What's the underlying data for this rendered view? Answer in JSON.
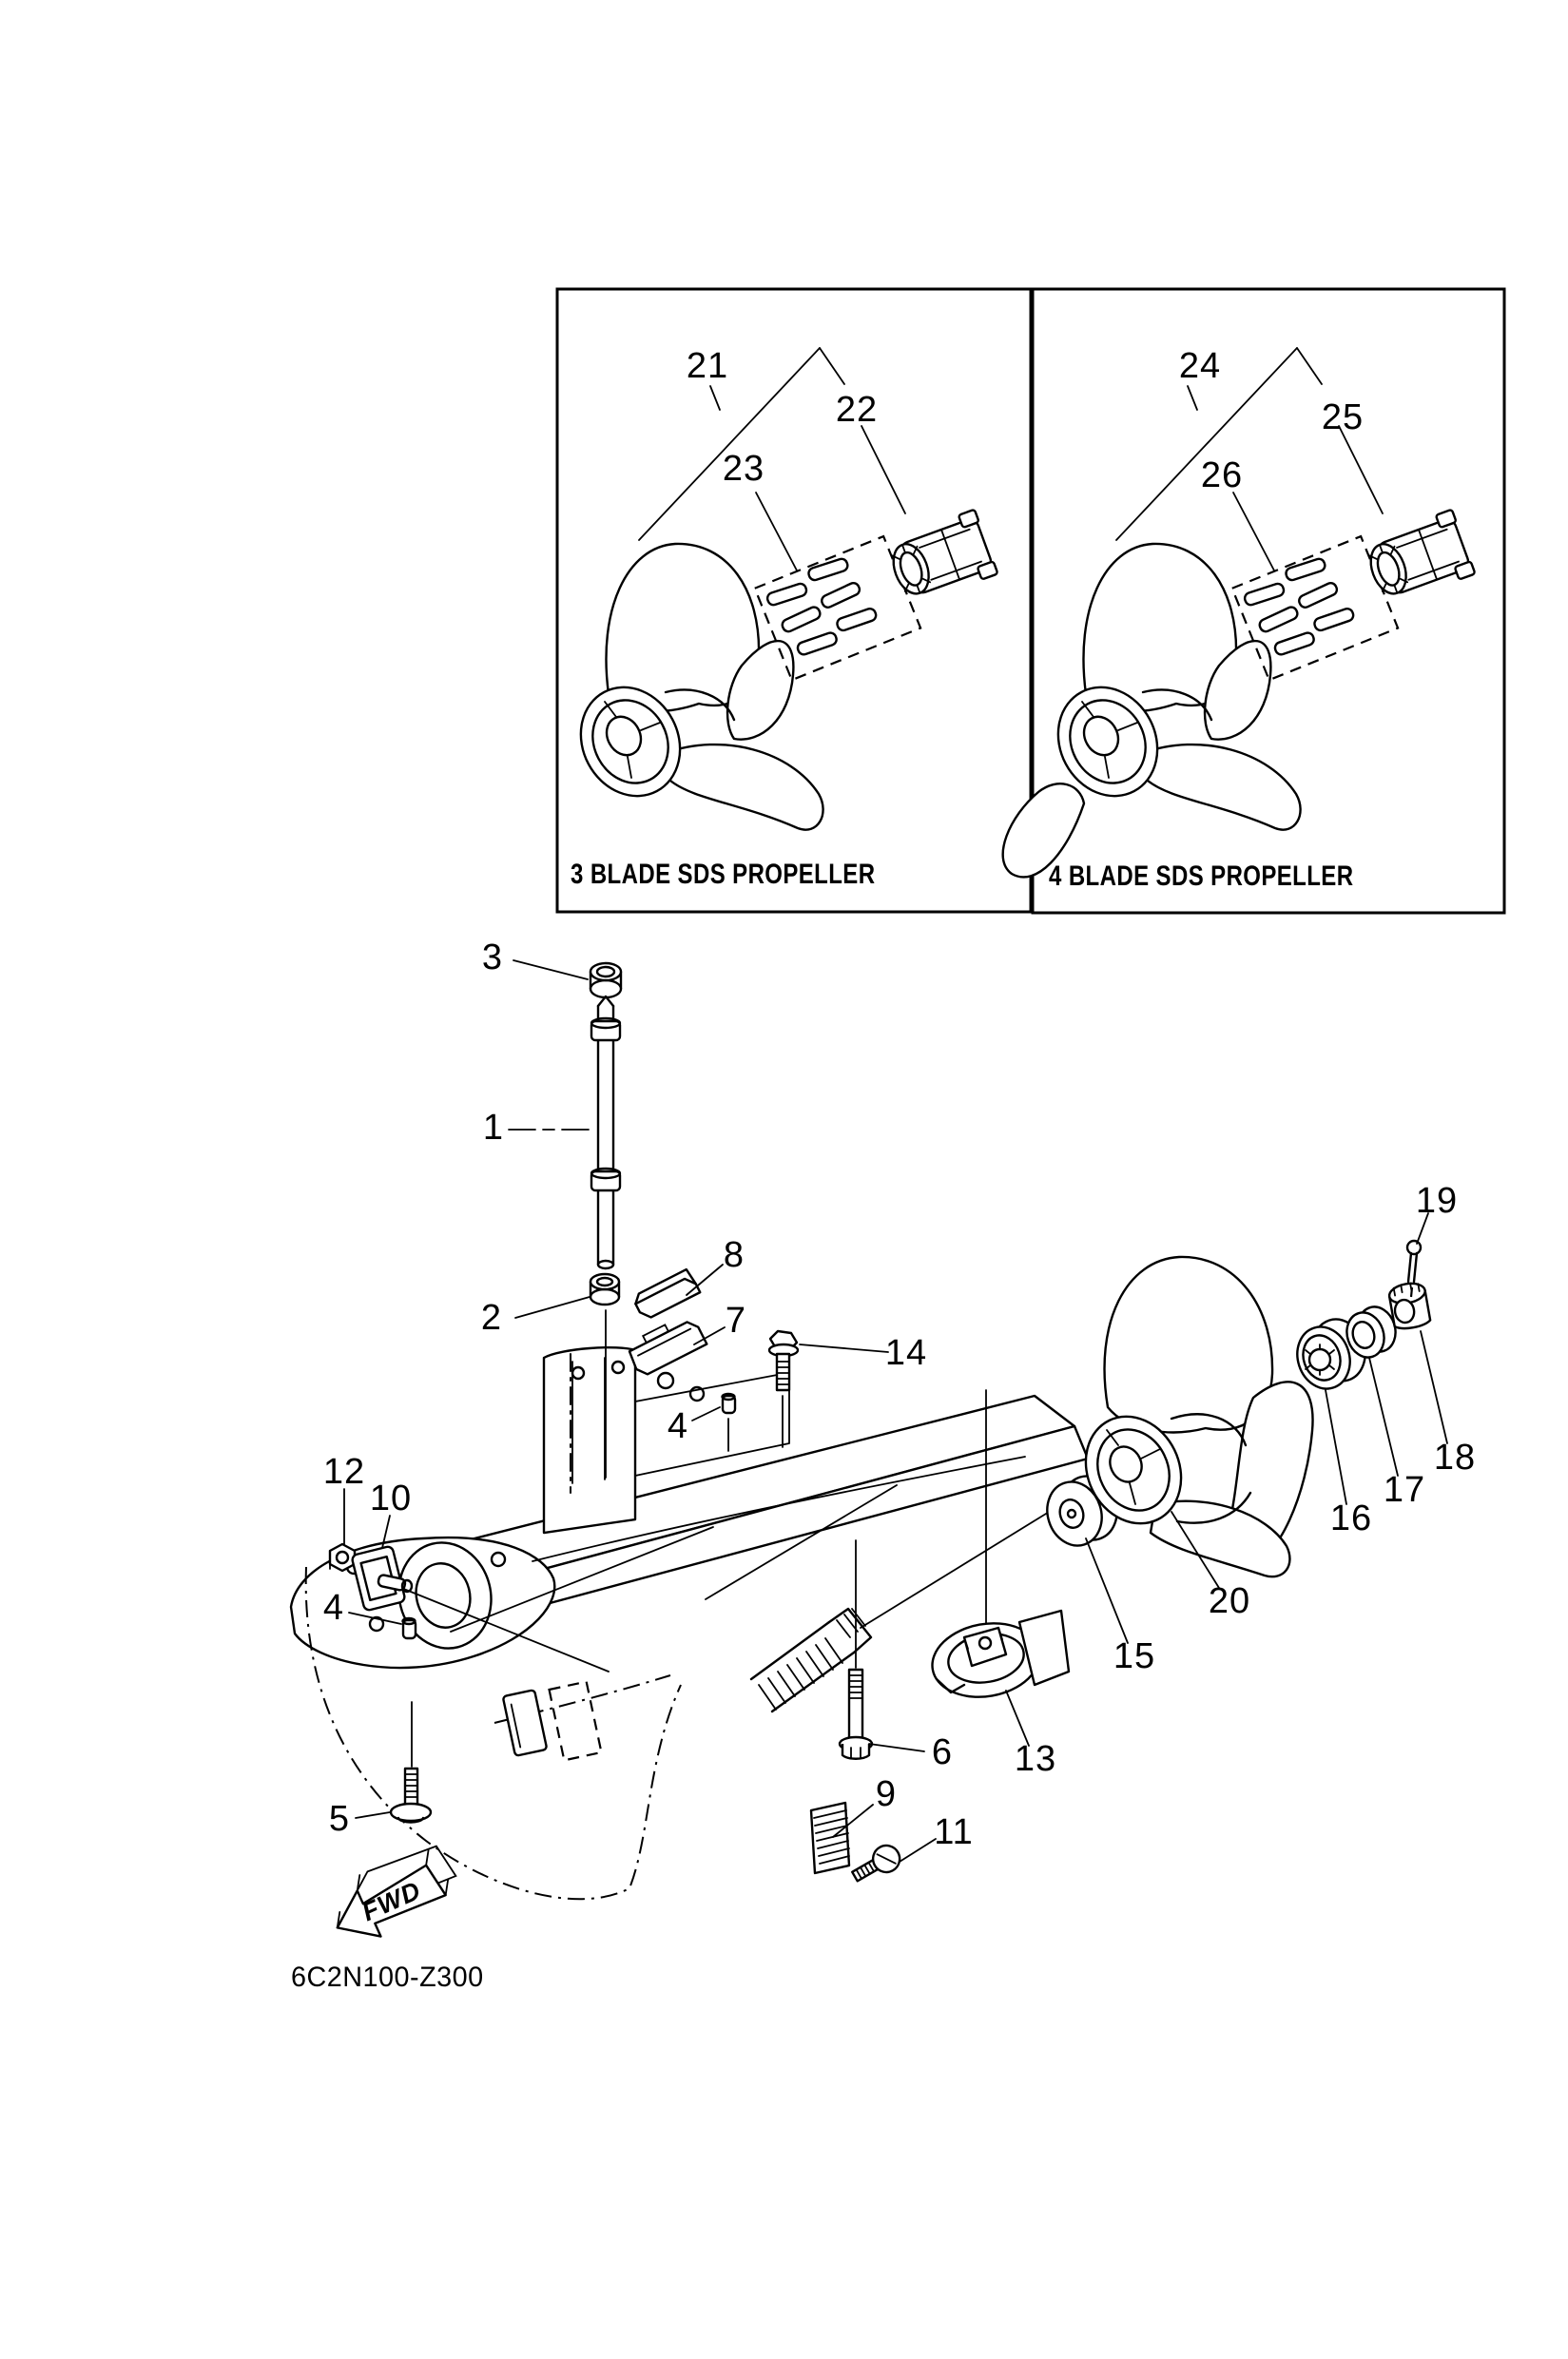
{
  "colors": {
    "ink": "#000000",
    "paper": "#ffffff"
  },
  "panels": {
    "three_blade": {
      "caption": "3 BLADE SDS PROPELLER",
      "callouts": {
        "c21": "21",
        "c22": "22",
        "c23": "23"
      }
    },
    "four_blade": {
      "caption": "4 BLADE SDS PROPELLER",
      "callouts": {
        "c24": "24",
        "c25": "25",
        "c26": "26"
      }
    }
  },
  "main": {
    "callouts": {
      "c1": "1",
      "c2": "2",
      "c3": "3",
      "c4": "4",
      "c5": "5",
      "c6": "6",
      "c7": "7",
      "c8": "8",
      "c9": "9",
      "c10": "10",
      "c11": "11",
      "c12": "12",
      "c13": "13",
      "c14": "14",
      "c15": "15",
      "c16": "16",
      "c17": "17",
      "c18": "18",
      "c19": "19",
      "c20": "20"
    },
    "fwd_label": "FWD",
    "part_code": "6C2N100-Z300"
  }
}
